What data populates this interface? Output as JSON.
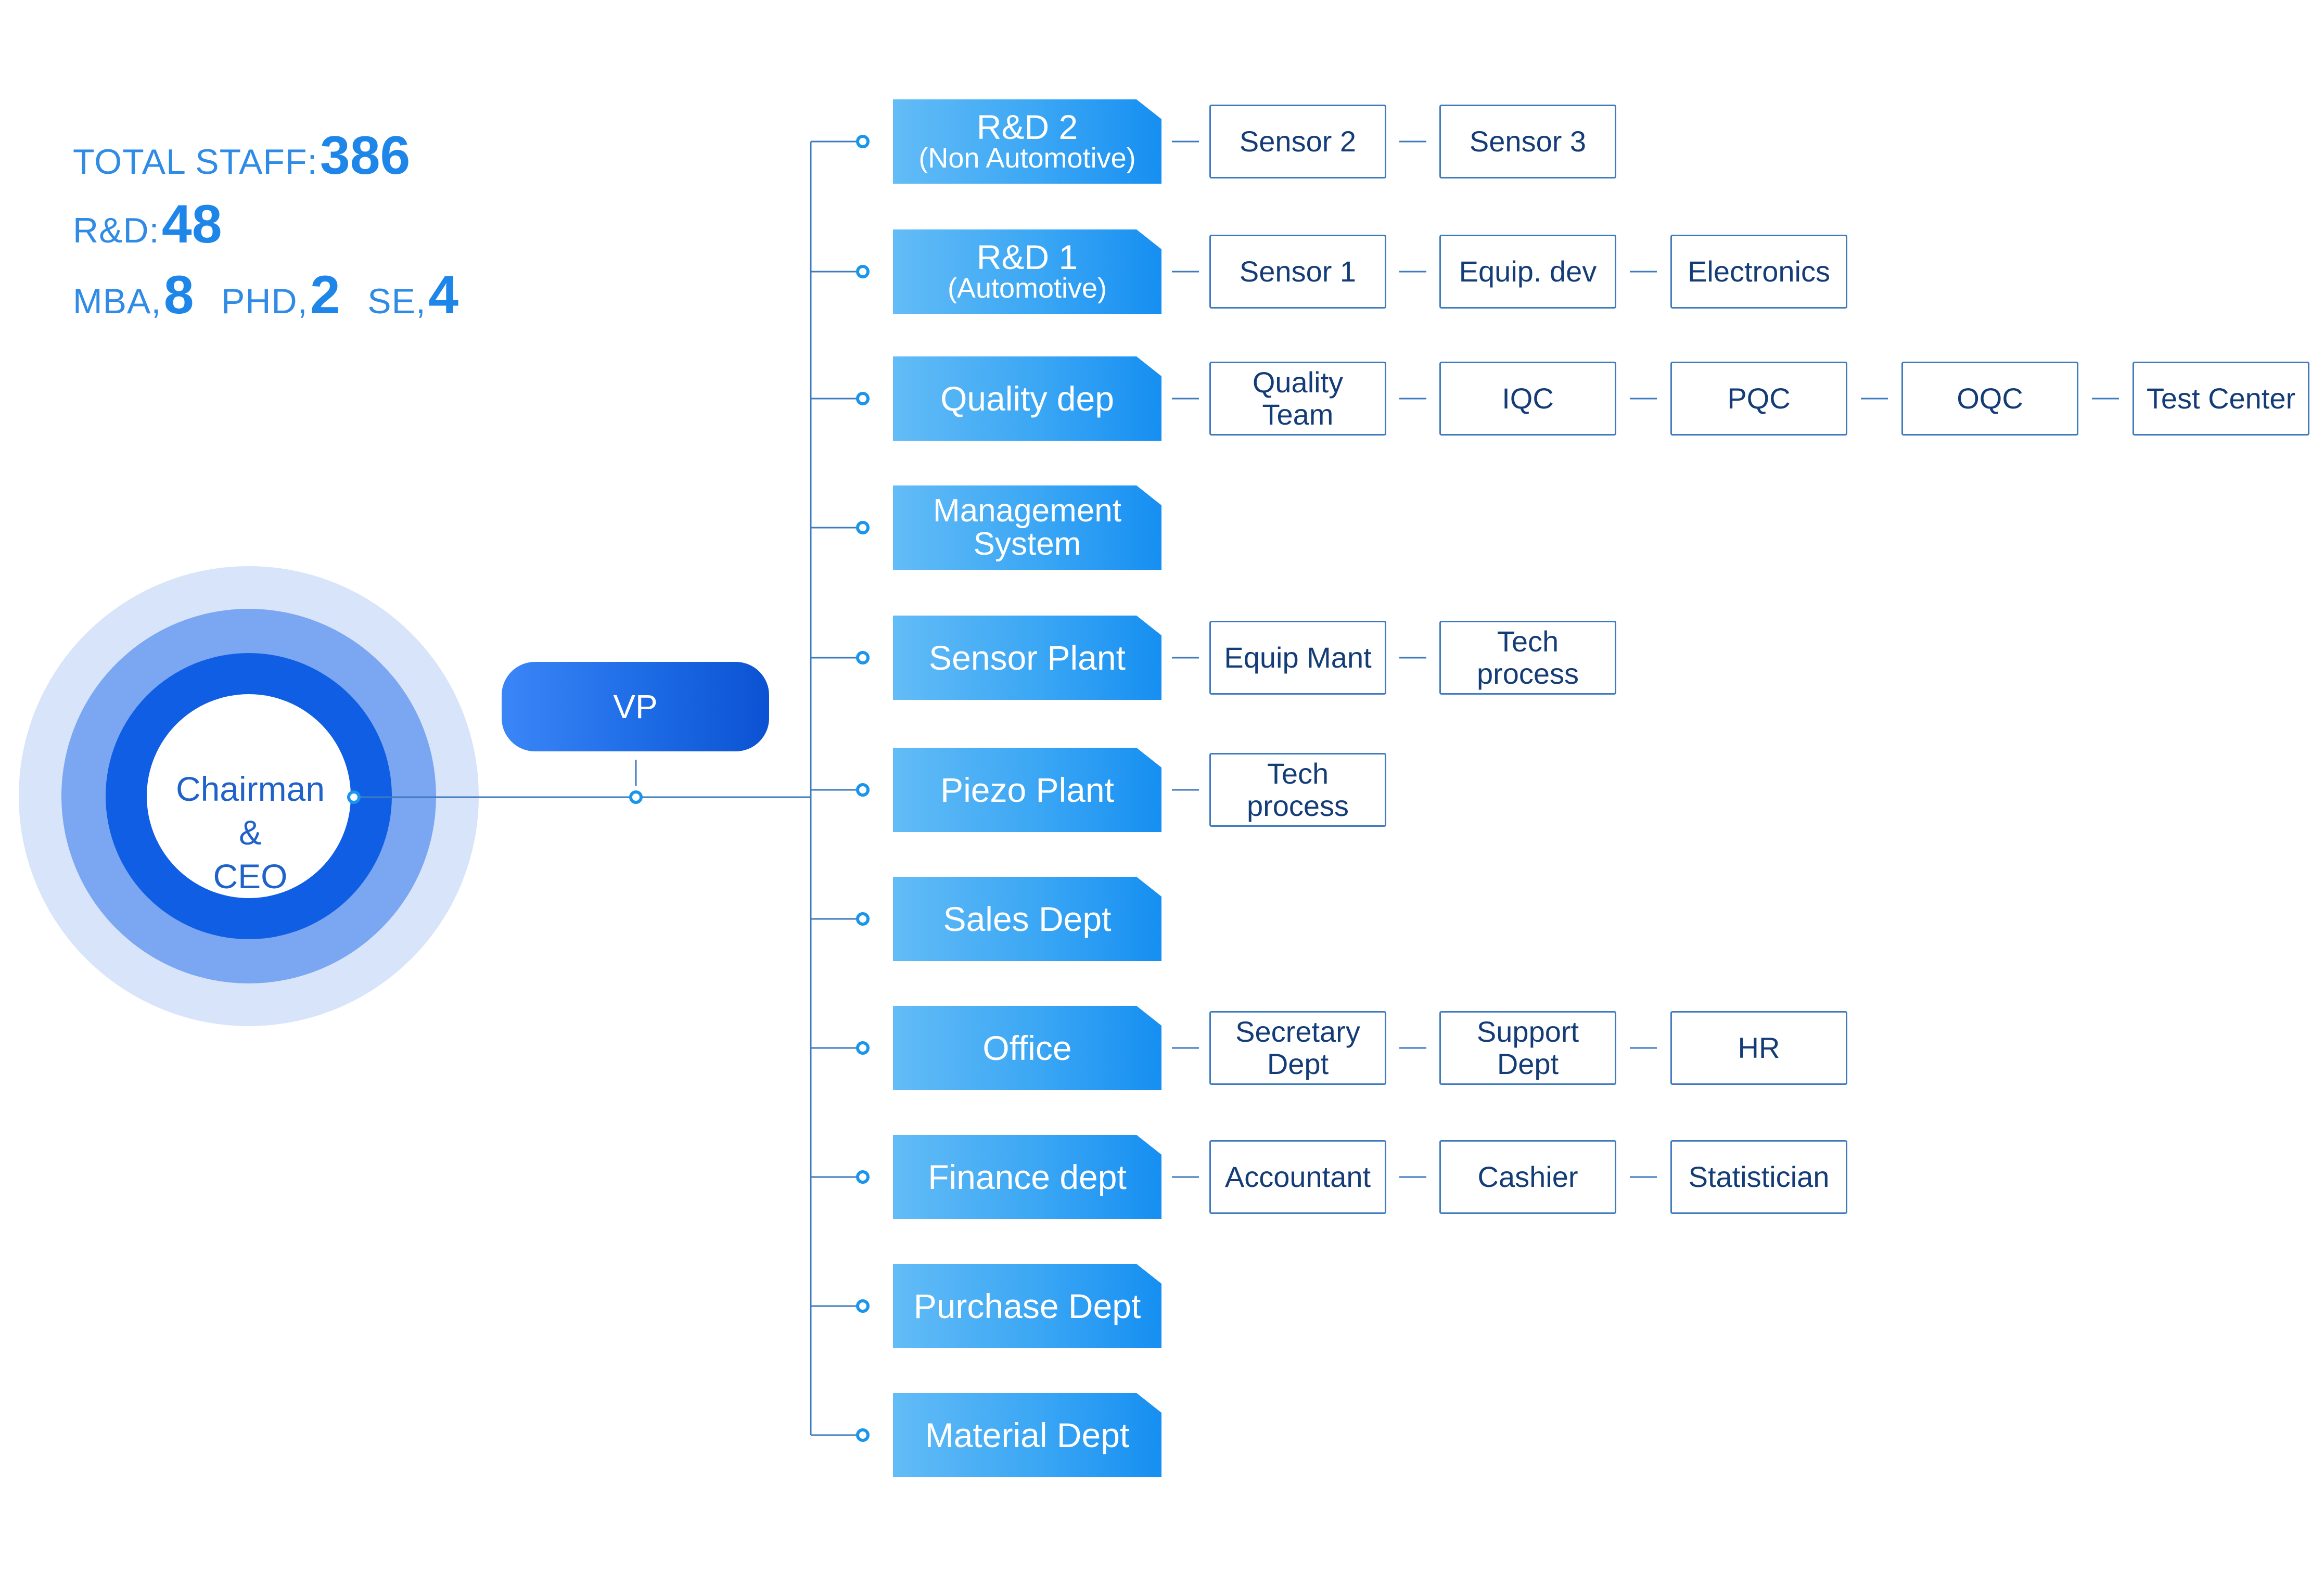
{
  "stats": {
    "total_staff_label": "TOTAL STAFF:",
    "total_staff_value": "386",
    "rd_label": "R&D:",
    "rd_value": "48",
    "mba_label": "MBA,",
    "mba_value": "8",
    "phd_label": "PHD,",
    "phd_value": "2",
    "se_label": "SE,",
    "se_value": "4"
  },
  "ceo": {
    "line1": "Chairman",
    "line2": "&",
    "line3": "CEO"
  },
  "vp": {
    "label": "VP"
  },
  "colors": {
    "stat_blue": "#1e86e8",
    "dept_gradient_start": "#63bcf6",
    "dept_gradient_end": "#168ff2",
    "line": "#3f7bbd",
    "connector_dot": "#1a95ec",
    "vp_blue": "#1f6de7",
    "circle_outer": "#d8e4fa",
    "circle_mid": "#7ba6f2",
    "circle_inner": "#0f5ee4"
  },
  "departments": [
    {
      "name": "R&D 2",
      "sub": "(Non Automotive)",
      "children": [
        "Sensor 2",
        "Sensor 3"
      ]
    },
    {
      "name": "R&D 1",
      "sub": "(Automotive)",
      "children": [
        "Sensor 1",
        "Equip. dev",
        "Electronics"
      ]
    },
    {
      "name": "Quality dep",
      "sub": "",
      "children": [
        "Quality\nTeam",
        "IQC",
        "PQC",
        "OQC",
        "Test Center"
      ]
    },
    {
      "name": "Management\nSystem",
      "sub": "",
      "children": []
    },
    {
      "name": "Sensor Plant",
      "sub": "",
      "children": [
        "Equip Mant",
        "Tech\nprocess"
      ]
    },
    {
      "name": "Piezo Plant",
      "sub": "",
      "children": [
        "Tech\nprocess"
      ]
    },
    {
      "name": "Sales Dept",
      "sub": "",
      "children": []
    },
    {
      "name": "Office",
      "sub": "",
      "children": [
        "Secretary\nDept",
        "Support\nDept",
        "HR"
      ]
    },
    {
      "name": "Finance dept",
      "sub": "",
      "children": [
        "Accountant",
        "Cashier",
        "Statistician"
      ]
    },
    {
      "name": "Purchase Dept",
      "sub": "",
      "children": []
    },
    {
      "name": "Material Dept",
      "sub": "",
      "children": []
    }
  ]
}
